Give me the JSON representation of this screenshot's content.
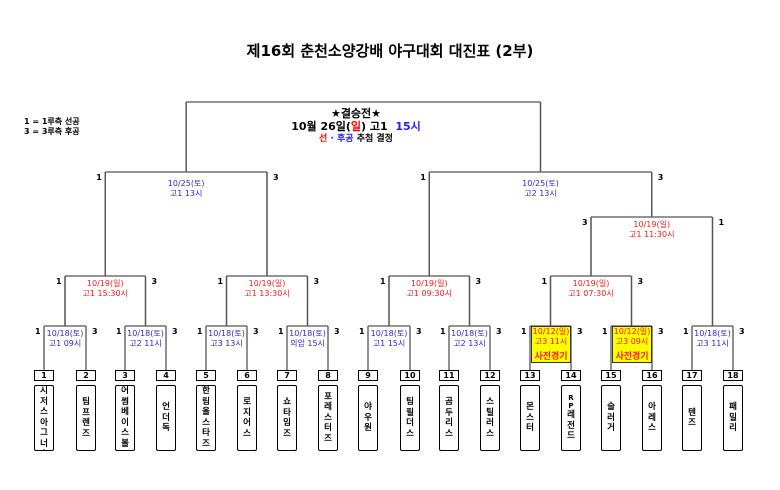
{
  "title": "제16회 춘천소양강배 야구대회 대진표 (2부)",
  "legend": [
    "1 = 1루측 선공",
    "3 = 3루측 후공"
  ],
  "final": {
    "heading": "★결승전★",
    "date_prefix": "10월 26일(",
    "date_day": "일",
    "date_suffix": ") 고1",
    "time": "15시",
    "note_first": "선",
    "note_sep": " · ",
    "note_second": "후공",
    "note_rest": " 추첨 결정"
  },
  "semifinals": [
    {
      "date": "10/25(토)",
      "place_time": "고1 13시",
      "seed_left": "1",
      "seed_right": "3"
    },
    {
      "date": "10/25(토)",
      "place_time": "고2 13시",
      "seed_left": "1",
      "seed_right": "3"
    }
  ],
  "round3": [
    {
      "date": "10/19(일)",
      "place_time": "고1 11:30시",
      "seed_left": "3",
      "seed_right": "1"
    }
  ],
  "round2": [
    {
      "date": "10/19(일)",
      "place_time": "고1 15:30시",
      "seed_left": "1",
      "seed_right": "3"
    },
    {
      "date": "10/19(일)",
      "place_time": "고1 13:30시",
      "seed_left": "1",
      "seed_right": "3"
    },
    {
      "date": "10/19(일)",
      "place_time": "고1 09:30시",
      "seed_left": "1",
      "seed_right": "3"
    },
    {
      "date": "10/19(일)",
      "place_time": "고1 07:30시",
      "seed_left": "1",
      "seed_right": "3"
    }
  ],
  "round1": [
    {
      "date": "10/18(토)",
      "place_time": "고1 09시",
      "seed_left": "1",
      "seed_right": "3",
      "preliminary": false
    },
    {
      "date": "10/18(토)",
      "place_time": "고2 11시",
      "seed_left": "1",
      "seed_right": "3",
      "preliminary": false
    },
    {
      "date": "10/18(토)",
      "place_time": "고3 13시",
      "seed_left": "1",
      "seed_right": "3",
      "preliminary": false
    },
    {
      "date": "10/18(토)",
      "place_time": "의암 15시",
      "seed_left": "1",
      "seed_right": "3",
      "preliminary": false
    },
    {
      "date": "10/18(토)",
      "place_time": "고1 15시",
      "seed_left": "1",
      "seed_right": "3",
      "preliminary": false
    },
    {
      "date": "10/18(토)",
      "place_time": "고2 13시",
      "seed_left": "1",
      "seed_right": "3",
      "preliminary": false
    },
    {
      "date": "10/12(일)",
      "place_time": "고3 11시",
      "seed_left": "1",
      "seed_right": "3",
      "preliminary": true,
      "tag": "사전경기"
    },
    {
      "date": "10/12(일)",
      "place_time": "고3 09시",
      "seed_left": "1",
      "seed_right": "3",
      "preliminary": true,
      "tag": "사전경기"
    },
    {
      "date": "10/18(토)",
      "place_time": "고3 11시",
      "seed_left": "1",
      "seed_right": "3",
      "preliminary": false
    }
  ],
  "teams": [
    {
      "num": "1",
      "name": "시저스아그너스"
    },
    {
      "num": "2",
      "name": "팀프렌즈"
    },
    {
      "num": "3",
      "name": "어썸베이스볼"
    },
    {
      "num": "4",
      "name": "언더독"
    },
    {
      "num": "5",
      "name": "한림올스타즈"
    },
    {
      "num": "6",
      "name": "로지어스"
    },
    {
      "num": "7",
      "name": "쇼타임즈"
    },
    {
      "num": "8",
      "name": "포레스터즈"
    },
    {
      "num": "9",
      "name": "야우원"
    },
    {
      "num": "10",
      "name": "팀필더스"
    },
    {
      "num": "11",
      "name": "곰두리스"
    },
    {
      "num": "12",
      "name": "스틸러스"
    },
    {
      "num": "13",
      "name": "몬스터"
    },
    {
      "num": "14",
      "name": "RP레전드"
    },
    {
      "num": "15",
      "name": "슬러거"
    },
    {
      "num": "16",
      "name": "아레스"
    },
    {
      "num": "17",
      "name": "텐즈"
    },
    {
      "num": "18",
      "name": "패밀리"
    }
  ],
  "colors": {
    "line": "#555555",
    "preliminary_bg": "#ffff00",
    "sched_blue": "#2b2bd6",
    "sched_red": "#ff1a1a"
  }
}
